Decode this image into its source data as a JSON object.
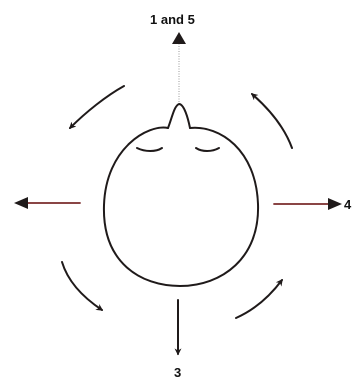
{
  "labels": {
    "up": "1 and 5",
    "down": "3",
    "right": "4"
  },
  "colors": {
    "outline": "#1f1a1a",
    "arrow_shaft": "#7a2b2b"
  }
}
